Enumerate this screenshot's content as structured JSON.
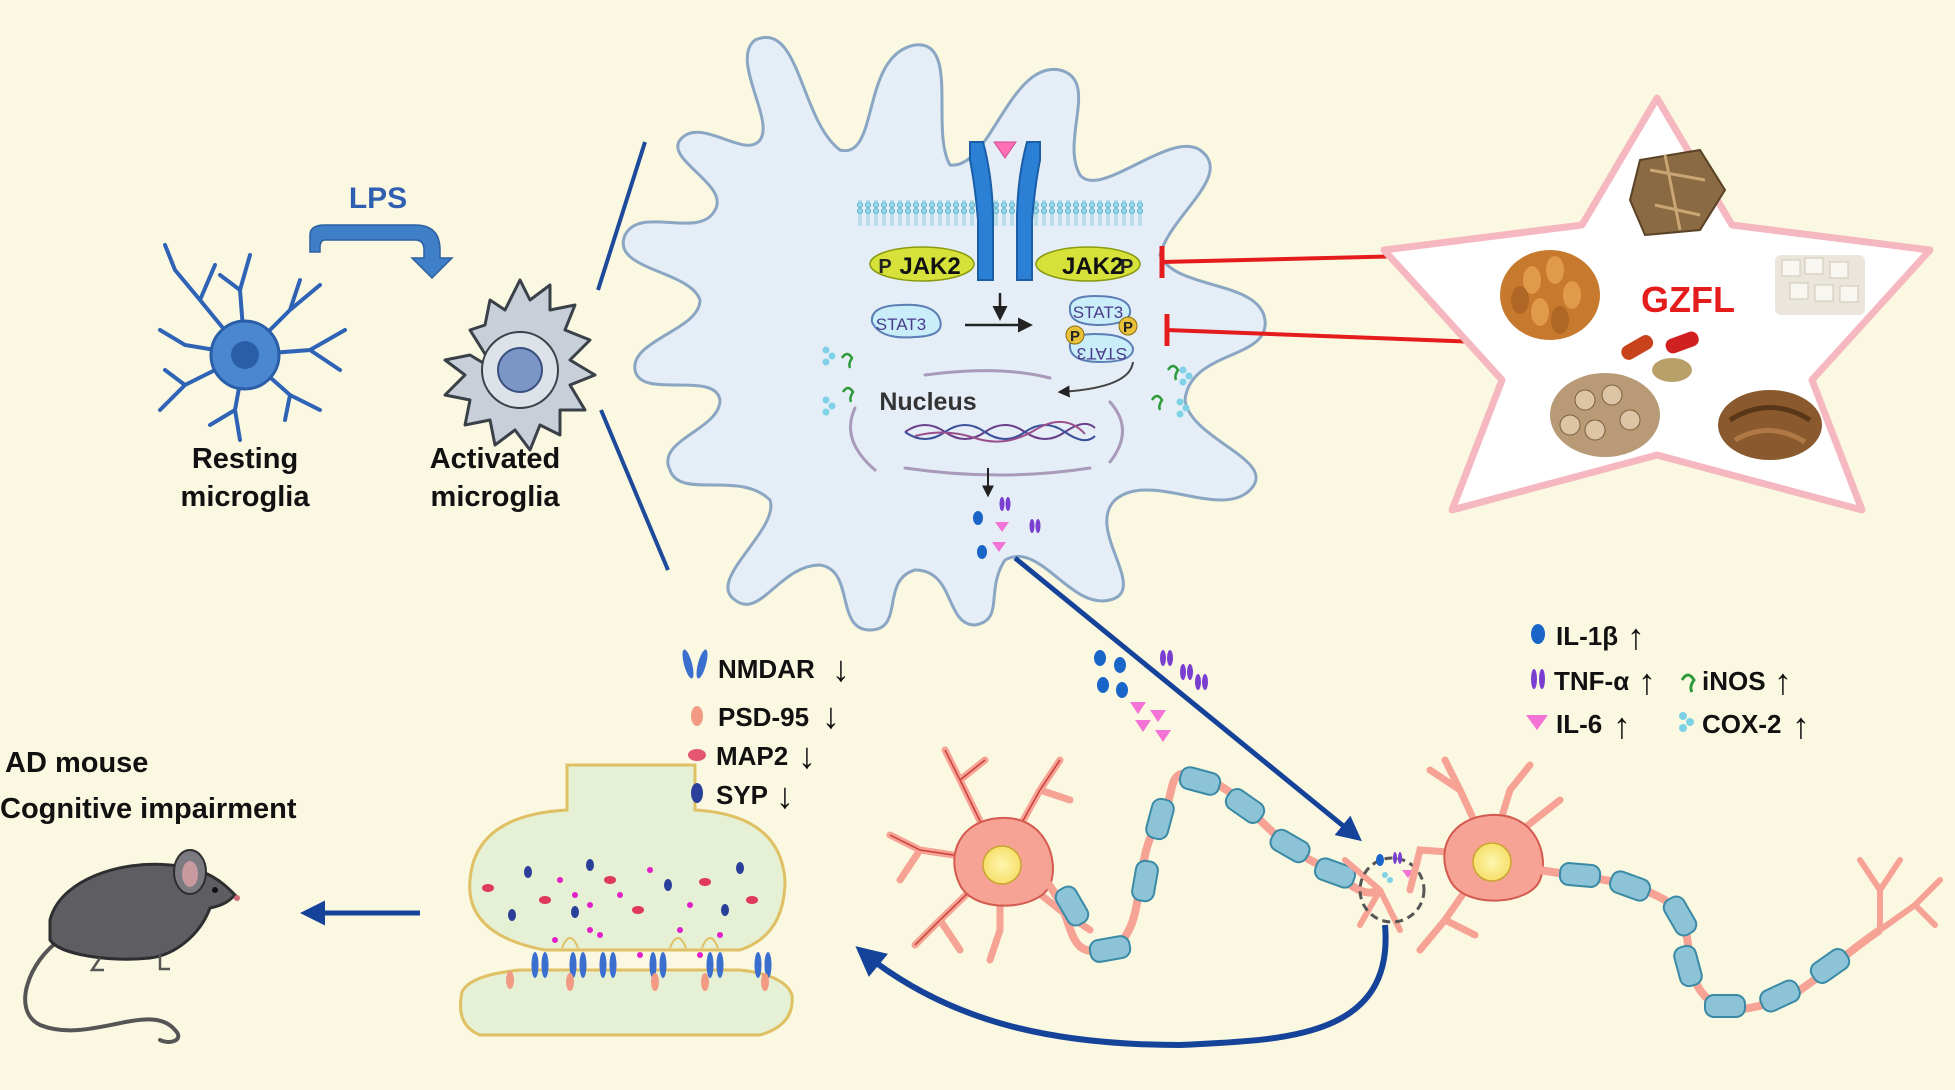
{
  "lps_label": "LPS",
  "resting": {
    "line1": "Resting",
    "line2": "microglia"
  },
  "activated": {
    "line1": "Activated",
    "line2": "microglia"
  },
  "receptor": {
    "p_left": "P",
    "jak2_left": "JAK2",
    "jak2_right": "JAK2",
    "p_right": "P",
    "stat3": "STAT3",
    "stat3_top": "STAT3",
    "stat3_bottom": "STAT3",
    "p_stat_1": "P",
    "p_stat_2": "P"
  },
  "nucleus_label": "Nucleus",
  "gzfl_label": "GZFL",
  "markers_down": [
    {
      "label": "NMDAR",
      "arrow": "↓"
    },
    {
      "label": "PSD-95",
      "arrow": "↓"
    },
    {
      "label": "MAP2",
      "arrow": "↓"
    },
    {
      "label": "SYP",
      "arrow": "↓"
    }
  ],
  "cytokines_up": [
    {
      "label": "IL-1β",
      "arrow": "↑"
    },
    {
      "label": "TNF-α",
      "arrow": "↑"
    },
    {
      "label": "IL-6",
      "arrow": "↑"
    },
    {
      "label": "iNOS",
      "arrow": "↑"
    },
    {
      "label": "COX-2",
      "arrow": "↑"
    }
  ],
  "mouse_text": {
    "line1": "AD mouse",
    "line2": "Cognitive impairment"
  },
  "colors": {
    "background": "#fbf8e1",
    "receptor": "#2b7fd4",
    "jak": "#d6e23a",
    "inhibit": "#e41c1c",
    "flow_arrow": "#16439a",
    "neuron": "#f6a294",
    "gzfl": "#e41c1c"
  }
}
